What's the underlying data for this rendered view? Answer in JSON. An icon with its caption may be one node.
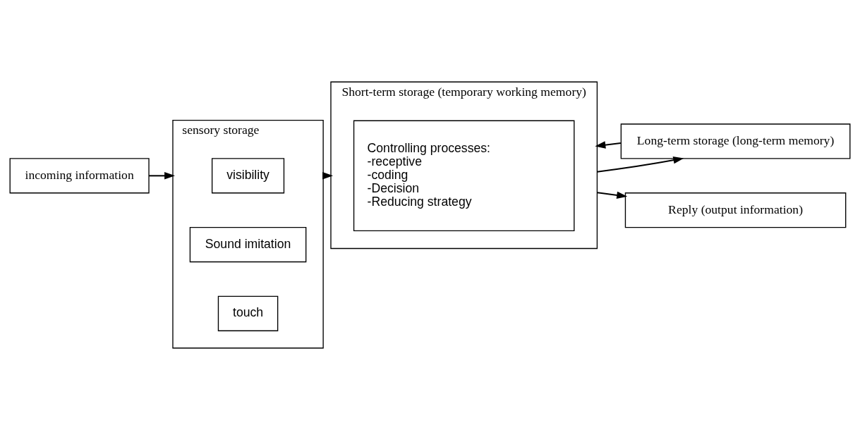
{
  "diagram": {
    "nodes": [
      {
        "text": [
          "incoming information"
        ]
      },
      {
        "text": [
          "sensory storage"
        ]
      },
      {
        "text": [
          "visibility"
        ],
        "in": 1
      },
      {
        "text": [
          "Sound imitation"
        ],
        "in": 1
      },
      {
        "text": [
          "touch"
        ],
        "in": 1
      },
      {
        "text": [
          "Short-term storage (temporary working memory)"
        ]
      },
      {
        "text": [
          "Controlling processes:",
          "-receptive",
          "-coding",
          "-Decision",
          "-Reducing strategy"
        ],
        "in": 5
      },
      {
        "text": [
          "Long-term storage (long-term memory)"
        ]
      },
      {
        "text": [
          "Reply (output information)"
        ]
      }
    ],
    "edges": [
      {
        "from": 0,
        "to": 1,
        "arrow": "to"
      },
      {
        "from": 1,
        "to": 5,
        "arrow": "to"
      },
      {
        "from": 5,
        "to": 7,
        "arrow": "to"
      },
      {
        "from": 7,
        "to": 5,
        "arrow": "to"
      },
      {
        "from": 5,
        "to": 8,
        "arrow": "to"
      }
    ]
  }
}
